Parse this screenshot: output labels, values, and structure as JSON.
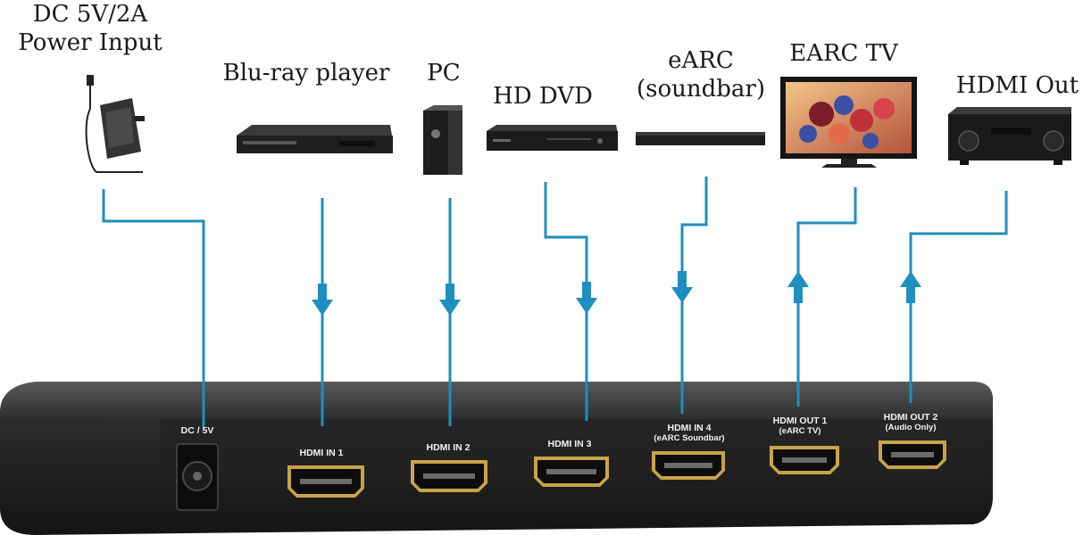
{
  "devices": [
    {
      "label": "DC 5V/2A",
      "label2": "Power Input"
    },
    {
      "label": "Blu-ray player"
    },
    {
      "label": "PC"
    },
    {
      "label": "HD DVD"
    },
    {
      "label": "eARC",
      "label2": "(soundbar)"
    },
    {
      "label": "EARC TV"
    },
    {
      "label": "HDMI Out"
    }
  ],
  "ports": [
    {
      "label": "DC / 5V"
    },
    {
      "label": "HDMI IN 1"
    },
    {
      "label": "HDMI IN 2"
    },
    {
      "label": "HDMI IN 3"
    },
    {
      "label": "HDMI IN 4",
      "sub": "(eARC Soundbar)"
    },
    {
      "label": "HDMI OUT 1",
      "sub": "(eARC TV)"
    },
    {
      "label": "HDMI OUT 2",
      "sub": "(Audio Only)"
    }
  ],
  "connections": [
    {
      "from": "DC 5V/2A Power Input",
      "to": "DC / 5V",
      "direction": "none"
    },
    {
      "from": "Blu-ray player",
      "to": "HDMI IN 1",
      "direction": "down"
    },
    {
      "from": "PC",
      "to": "HDMI IN 2",
      "direction": "down"
    },
    {
      "from": "HD DVD",
      "to": "HDMI IN 3",
      "direction": "down"
    },
    {
      "from": "eARC (soundbar)",
      "to": "HDMI IN 4",
      "direction": "down"
    },
    {
      "from": "HDMI OUT 1",
      "to": "EARC TV",
      "direction": "up"
    },
    {
      "from": "HDMI OUT 2",
      "to": "HDMI Out",
      "direction": "up"
    }
  ],
  "colors": {
    "line": "#1e8fbe",
    "device_body": "#2a2a2a",
    "port_gold": "#c9a24a",
    "label": "#1a1a1a"
  }
}
